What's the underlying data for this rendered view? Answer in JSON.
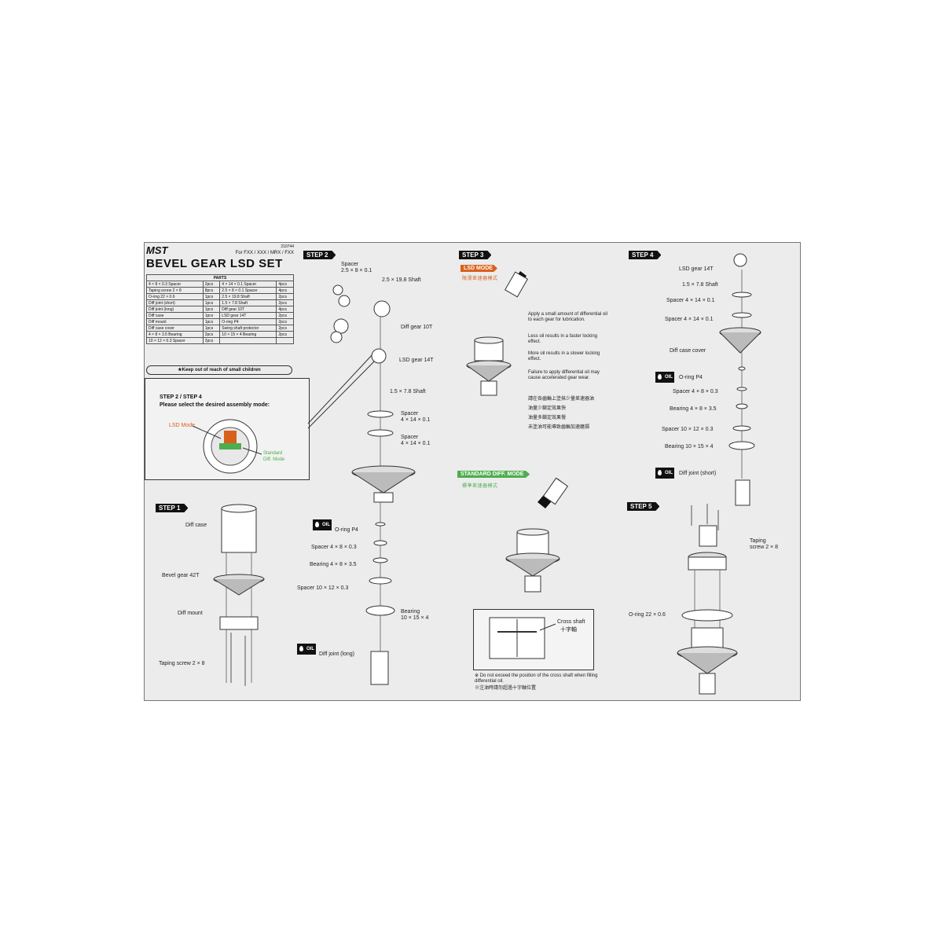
{
  "header": {
    "logo": "MST",
    "code": "210744",
    "compat": "For FXX / XXX / MRX / FXX",
    "title": "BEVEL GEAR LSD SET"
  },
  "parts": {
    "heading": "PARTS",
    "rows": [
      [
        "4 × 8 × 0.3 Spacer",
        "2pcs",
        "4 × 14 × 0.1 Spacer",
        "4pcs"
      ],
      [
        "Taping screw 2 × 8",
        "8pcs",
        "2.5 × 8 × 0.1 Spacer",
        "4pcs"
      ],
      [
        "O-ring 22 × 0.6",
        "1pcs",
        "2.5 × 19.8 Shaft",
        "2pcs"
      ],
      [
        "Diff joint (short)",
        "1pcs",
        "1.5 × 7.8 Shaft",
        "2pcs"
      ],
      [
        "Diff joint (long)",
        "1pcs",
        "Diff gear 10T",
        "4pcs"
      ],
      [
        "Diff case",
        "1pcs",
        "LSD gear 14T",
        "2pcs"
      ],
      [
        "Diff mount",
        "1pcs",
        "O-ring P4",
        "2pcs"
      ],
      [
        "Diff case cover",
        "1pcs",
        "Swing shaft protector",
        "2pcs"
      ],
      [
        "4 × 8 × 3.5 Bearing",
        "2pcs",
        "10 × 15 × 4 Bearing",
        "2pcs"
      ],
      [
        "10 × 12 × 0.3 Spacer",
        "2pcs",
        "",
        ""
      ]
    ],
    "warning": "★Keep out of reach of small children"
  },
  "select": {
    "title": "STEP 2 / STEP 4",
    "subtitle": "Please select the desired assembly mode:",
    "lsd": "LSD Mode",
    "standard": "Standard",
    "standard2": "Diff. Mode"
  },
  "oil_label": "OIL",
  "step1": {
    "tag": "STEP 1",
    "labels": [
      "Diff case",
      "Bevel gear 42T",
      "Diff mount",
      "Taping screw 2 × 8"
    ]
  },
  "step2": {
    "tag": "STEP 2",
    "labels": [
      "Spacer",
      "2.5 × 8 × 0.1",
      "2.5 × 19.8 Shaft",
      "Diff gear 10T",
      "LSD gear 14T",
      "1.5 × 7.8 Shaft",
      "Spacer",
      "4 × 14 × 0.1",
      "Spacer",
      "4 × 14 × 0.1",
      "O-ring P4",
      "Spacer 4 × 8 × 0.3",
      "Bearing 4 × 8 × 3.5",
      "Spacer 10 × 12 × 0.3",
      "Bearing",
      "10 × 15 × 4",
      "Diff joint (long)"
    ]
  },
  "step3": {
    "tag": "STEP 3",
    "lsd_badge": "LSD MODE",
    "lsd_zh": "限滑差速器模式",
    "inst": [
      "Apply a small amount of differential oil to each gear for lubrication.",
      "Less oil results in a faster locking effect.",
      "More oil results in a slower locking effect.",
      "Failure to apply differential oil may cause accelerated gear wear."
    ],
    "zh_lines": [
      "請在各齒輪上塗抹少量差速器油",
      "油量少鎖定效果快",
      "油量多鎖定效果慢",
      "未塗油可能導致齒輪加速磨損"
    ],
    "std_badge": "STANDARD DIFF. MODE",
    "std_zh": "標準差速器模式",
    "cross": "Cross shaft",
    "cross_zh": "十字軸",
    "note": "※ Do not exceed the position of the cross shaft when filling differential oil.",
    "note_zh": "※注油時請勿超過十字軸位置"
  },
  "step4": {
    "tag": "STEP 4",
    "labels": [
      "LSD gear 14T",
      "1.5 × 7.8 Shaft",
      "Spacer 4 × 14 × 0.1",
      "Spacer 4 × 14 × 0.1",
      "Diff case cover",
      "O-ring P4",
      "Spacer 4 × 8 × 0.3",
      "Bearing 4 × 8 × 3.5",
      "Spacer 10 × 12 × 0.3",
      "Bearing 10 × 15 × 4",
      "Diff joint (short)"
    ]
  },
  "step5": {
    "tag": "STEP 5",
    "labels": [
      "Taping",
      "screw 2 × 8",
      "O-ring 22 × 0.6"
    ]
  },
  "colors": {
    "lsd": "#d9601c",
    "standard": "#4cae4c",
    "ink": "#111111"
  }
}
